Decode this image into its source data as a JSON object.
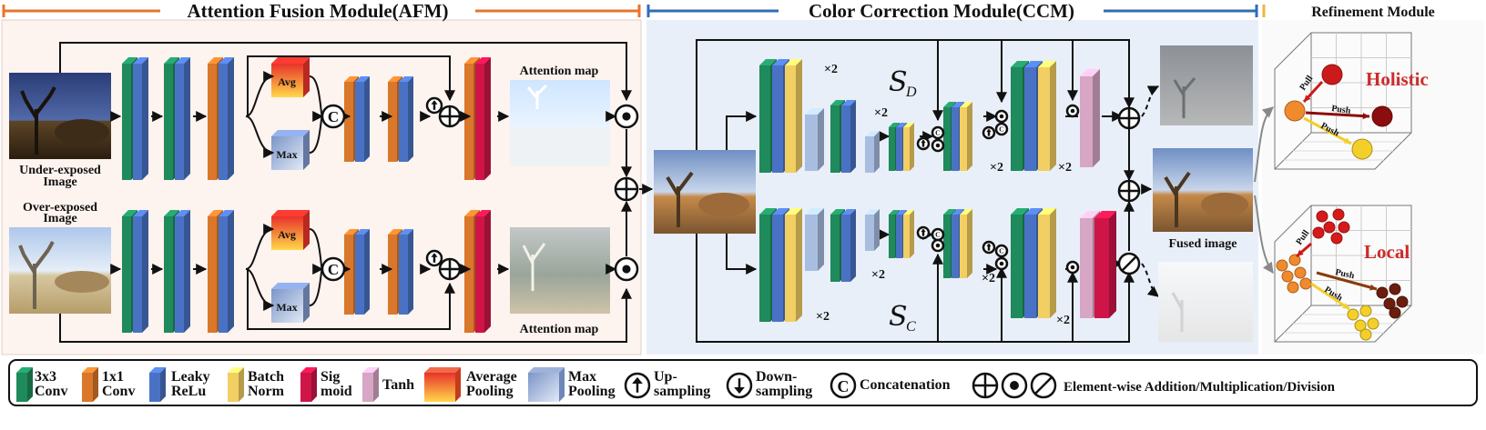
{
  "headers": {
    "afm": "Attention Fusion Module(AFM)",
    "ccm": "Color Correction Module(CCM)",
    "refine": "Refinement Module"
  },
  "afm": {
    "under_label_1": "Under-exposed",
    "under_label_2": "Image",
    "over_label_1": "Over-exposed",
    "over_label_2": "Image",
    "attention_map_top": "Attention map",
    "attention_map_bottom": "Attention map",
    "avg": "Avg",
    "max": "Max",
    "concat": "C"
  },
  "ccm": {
    "sd_main": "S",
    "sd_sub": "D",
    "sc_main": "S",
    "sc_sub": "C",
    "x2": "×2",
    "fused_label": "Fused image",
    "concat_small": "C"
  },
  "refine": {
    "holistic": "Holistic",
    "local": "Local",
    "pull": "Pull",
    "push": "Push"
  },
  "legend": {
    "items": [
      {
        "l1": "3x3",
        "l2": "Conv"
      },
      {
        "l1": "1x1",
        "l2": "Conv"
      },
      {
        "l1": "Leaky",
        "l2": "ReLu"
      },
      {
        "l1": "Batch",
        "l2": "Norm"
      },
      {
        "l1": "Sig",
        "l2": "moid"
      },
      {
        "l1": "Tanh",
        "l2": ""
      },
      {
        "l1": "Average",
        "l2": "Pooling"
      },
      {
        "l1": "Max",
        "l2": "Pooling"
      },
      {
        "l1": "Up-",
        "l2": "sampling"
      },
      {
        "l1": "Down-",
        "l2": "sampling"
      },
      {
        "l1": "Concatenation",
        "l2": ""
      }
    ],
    "ops": "Element-wise Addition/Multiplication/Division"
  },
  "colors": {
    "conv3": "#1f8a5b",
    "conv1": "#d9772a",
    "leaky": "#4a72c4",
    "bn": "#f1cf63",
    "sig": "#cf1548",
    "tanh": "#d6a6c4",
    "afm_bg": "#fdf3ef",
    "ccm_bg": "#e9eff8",
    "afm_line": "#e8742c",
    "ccm_line": "#2f6db5",
    "refine_line": "#f0b541"
  }
}
